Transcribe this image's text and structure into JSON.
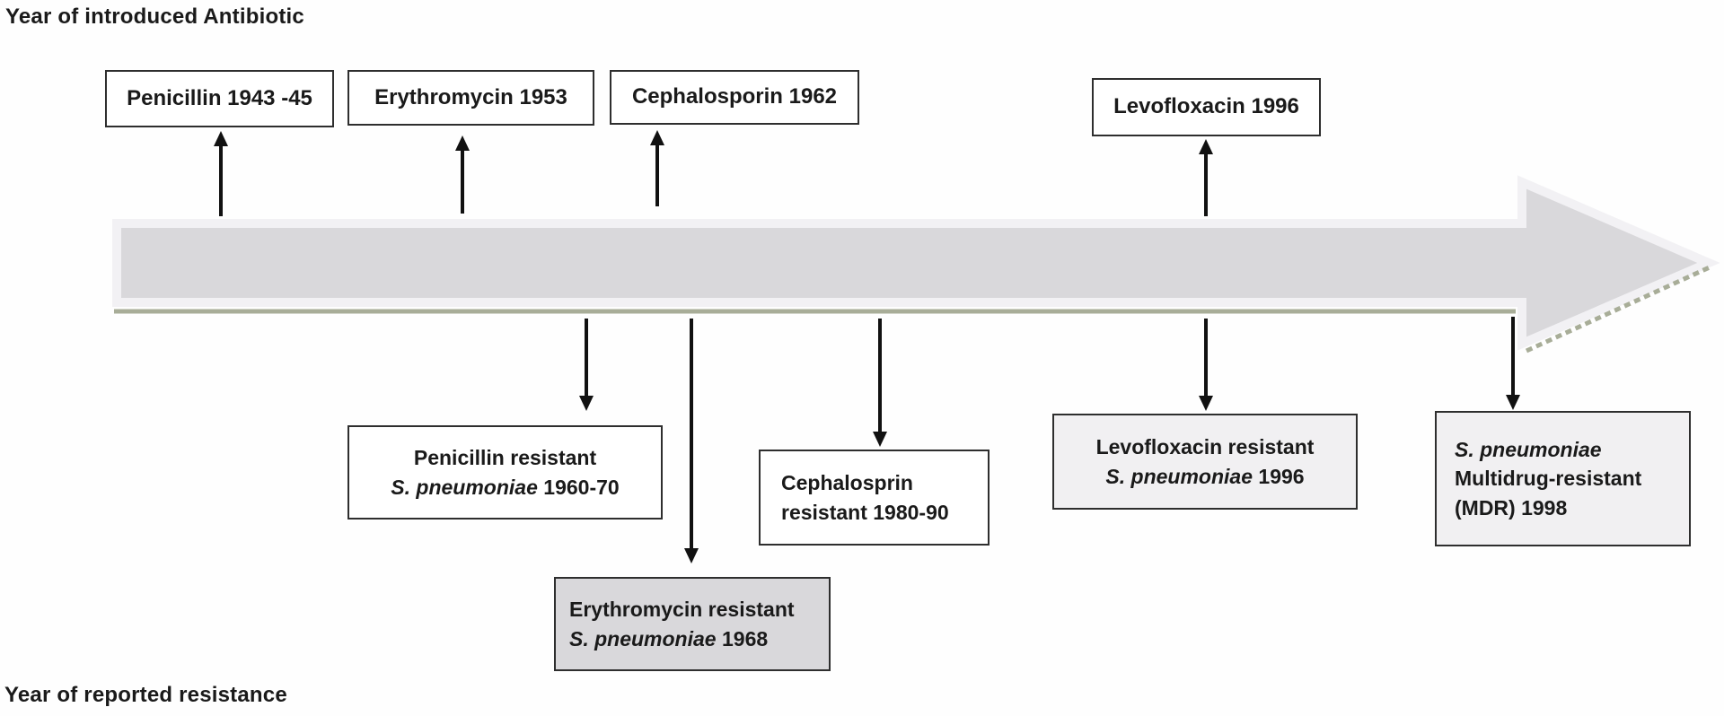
{
  "titles": {
    "top": "Year of introduced Antibiotic",
    "bottom": "Year of reported resistance"
  },
  "introduced": [
    {
      "label": "Penicillin 1943 -45"
    },
    {
      "label": "Erythromycin 1953"
    },
    {
      "label": "Cephalosporin 1962"
    },
    {
      "label": "Levofloxacin 1996"
    }
  ],
  "resistance": [
    {
      "line1": "Penicillin resistant",
      "italic": "S. pneumoniae",
      "rest": " 1960-70"
    },
    {
      "line1": "Erythromycin resistant",
      "italic": "S. pneumoniae",
      "rest": " 1968"
    },
    {
      "line1": "Cephalosprin",
      "line2": "resistant 1980-90"
    },
    {
      "line1": "Levofloxacin resistant",
      "italic": "S. pneumoniae",
      "rest": " 1996"
    },
    {
      "italic": "S. pneumoniae",
      "line2": "Multidrug-resistant",
      "line3": "(MDR) 1998"
    }
  ],
  "colors": {
    "timeline_fill": "#d9d8db",
    "timeline_bevel": "#f2f1f4",
    "timeline_shadow": "#a8ad98",
    "arrow_black": "#111111",
    "box_border": "#2e2e2e",
    "box_gray": "#d9d8db",
    "box_lightgray": "#f1f0f2",
    "box_white": "#ffffff"
  }
}
